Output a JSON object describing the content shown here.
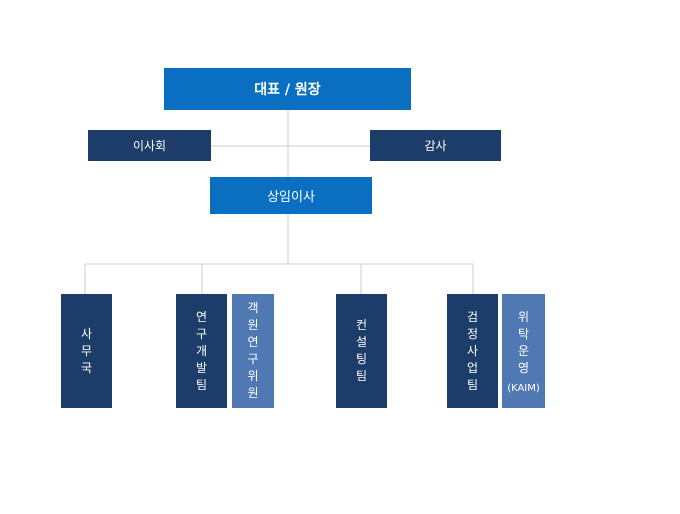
{
  "org": {
    "ceo": "대표 / 원장",
    "board": "이사회",
    "audit": "감사",
    "executive": "상임이사",
    "departments": [
      {
        "chars": [
          "사",
          "무",
          "국"
        ],
        "sub": ""
      },
      {
        "chars": [
          "연",
          "구",
          "개",
          "발",
          "팀"
        ],
        "sub": ""
      },
      {
        "chars": [
          "객",
          "원",
          "연",
          "구",
          "위",
          "원"
        ],
        "sub": ""
      },
      {
        "chars": [
          "컨",
          "설",
          "팅",
          "팀"
        ],
        "sub": ""
      },
      {
        "chars": [
          "검",
          "정",
          "사",
          "업",
          "팀"
        ],
        "sub": ""
      },
      {
        "chars": [
          "위",
          "탁",
          "운",
          "영"
        ],
        "sub": "(KAIM)"
      }
    ]
  },
  "colors": {
    "primary": "#0b6fc1",
    "dark": "#1c3d6a",
    "light": "#5079b4",
    "line": "#cccccc"
  }
}
